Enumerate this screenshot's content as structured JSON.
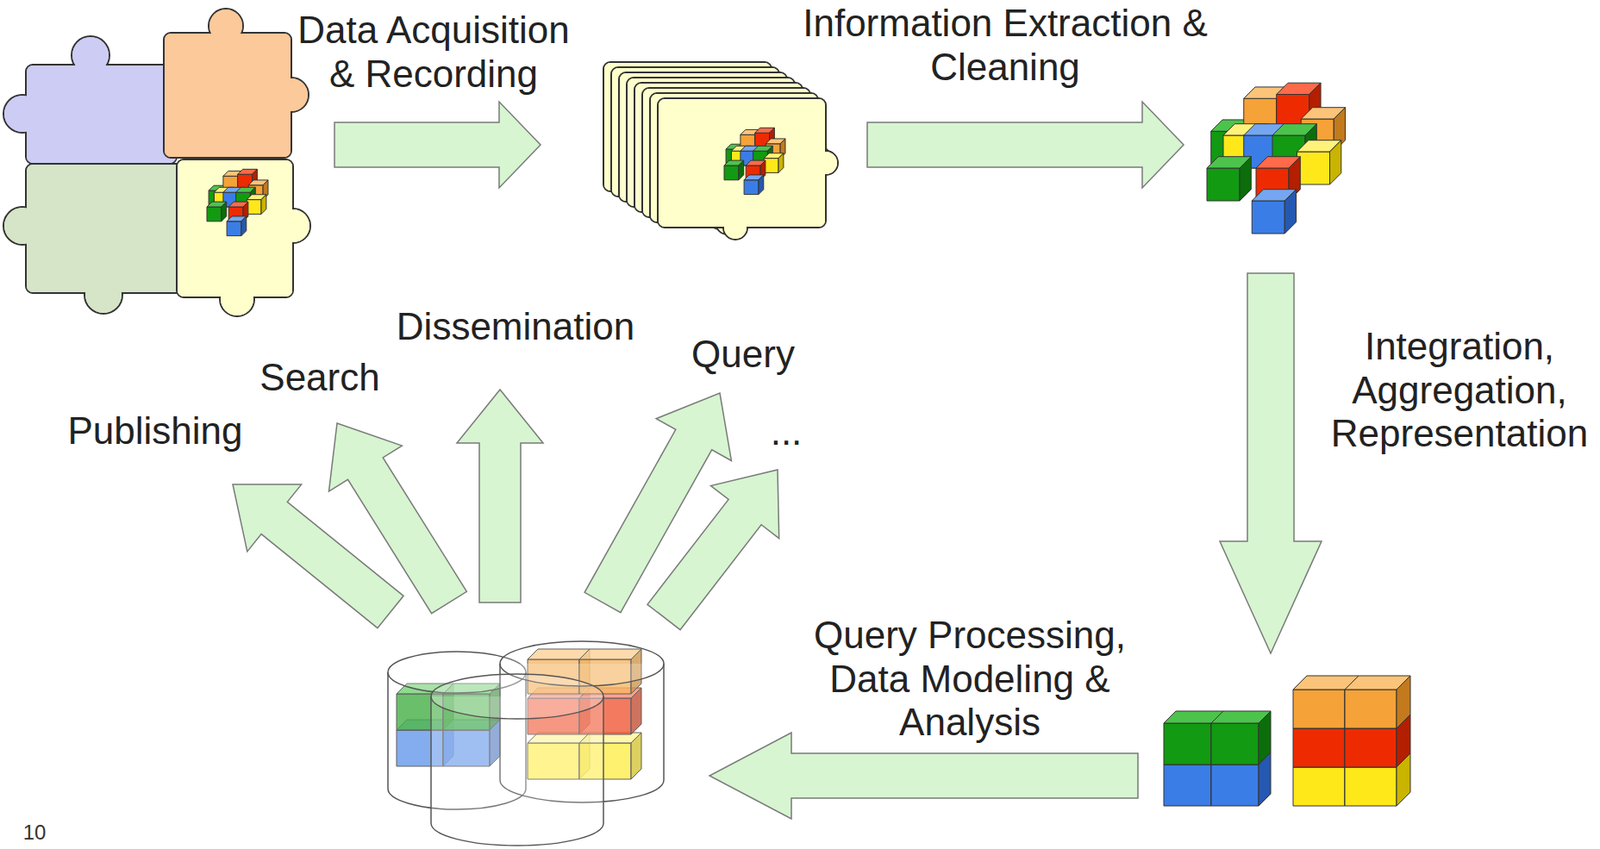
{
  "diagram": {
    "labels": [
      "Data Acquisition & Recording",
      "Information Extraction & Cleaning",
      "Integration, Aggregation, Representation",
      "Query Processing, Data Modeling & Analysis",
      "Dissemination",
      "Search",
      "Query",
      "Publishing",
      "...",
      "10"
    ]
  }
}
